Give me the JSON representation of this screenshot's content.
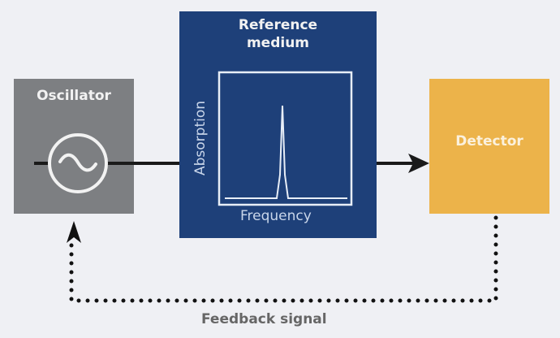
{
  "diagram": {
    "blocks": {
      "oscillator": {
        "label": "Oscillator",
        "color": "#7d7f82"
      },
      "reference": {
        "label_line1": "Reference",
        "label_line2": "medium",
        "color": "#1e4079"
      },
      "detector": {
        "label": "Detector",
        "color": "#ecb34a"
      }
    },
    "plot": {
      "xlabel": "Frequency",
      "ylabel": "Absorption"
    },
    "feedback_label": "Feedback signal"
  }
}
